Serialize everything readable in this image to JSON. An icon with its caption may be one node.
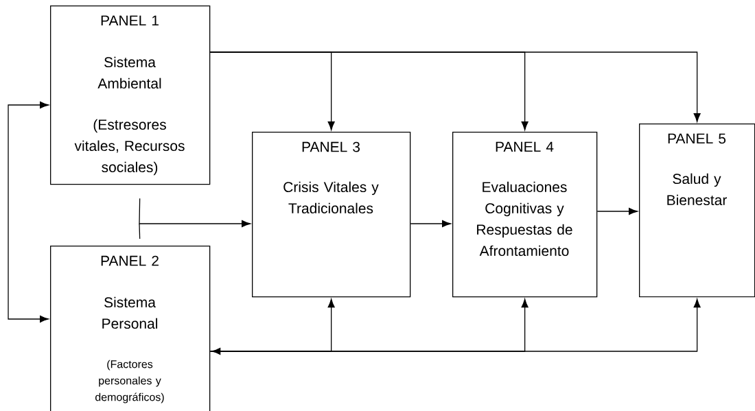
{
  "diagram": {
    "nodes": [
      {
        "text": [
          "PANEL 1",
          "Sistema Ambiental",
          "(Estresores vitales, Recursos sociales)"
        ]
      },
      {
        "text": [
          "PANEL 2",
          "Sistema Personal",
          "(Factores personales y demográficos)"
        ]
      },
      {
        "text": [
          "PANEL 3",
          "Crisis Vitales y Tradicionales"
        ]
      },
      {
        "text": [
          "PANEL 4",
          "Evaluaciones Cognitivas y Respuestas de Afrontamiento"
        ]
      },
      {
        "text": [
          "PANEL 5",
          "Salud y Bienestar"
        ]
      }
    ],
    "edges": [
      {
        "from": 0,
        "to": 2,
        "arrow": "to"
      },
      {
        "from": 0,
        "to": 3,
        "arrow": "to"
      },
      {
        "from": 0,
        "to": 4,
        "arrow": "to"
      },
      {
        "from": 0,
        "to": 1,
        "arrow": "both"
      },
      {
        "from": 0,
        "to": 2,
        "arrow": "to"
      },
      {
        "from": 1,
        "to": 2,
        "arrow": "to"
      },
      {
        "from": 2,
        "to": 3,
        "arrow": "to"
      },
      {
        "from": 3,
        "to": 4,
        "arrow": "to"
      },
      {
        "from": 4,
        "to": 1,
        "arrow": "both"
      },
      {
        "from": 3,
        "to": 1,
        "arrow": "both"
      },
      {
        "from": 2,
        "to": 1,
        "arrow": "both"
      }
    ]
  }
}
